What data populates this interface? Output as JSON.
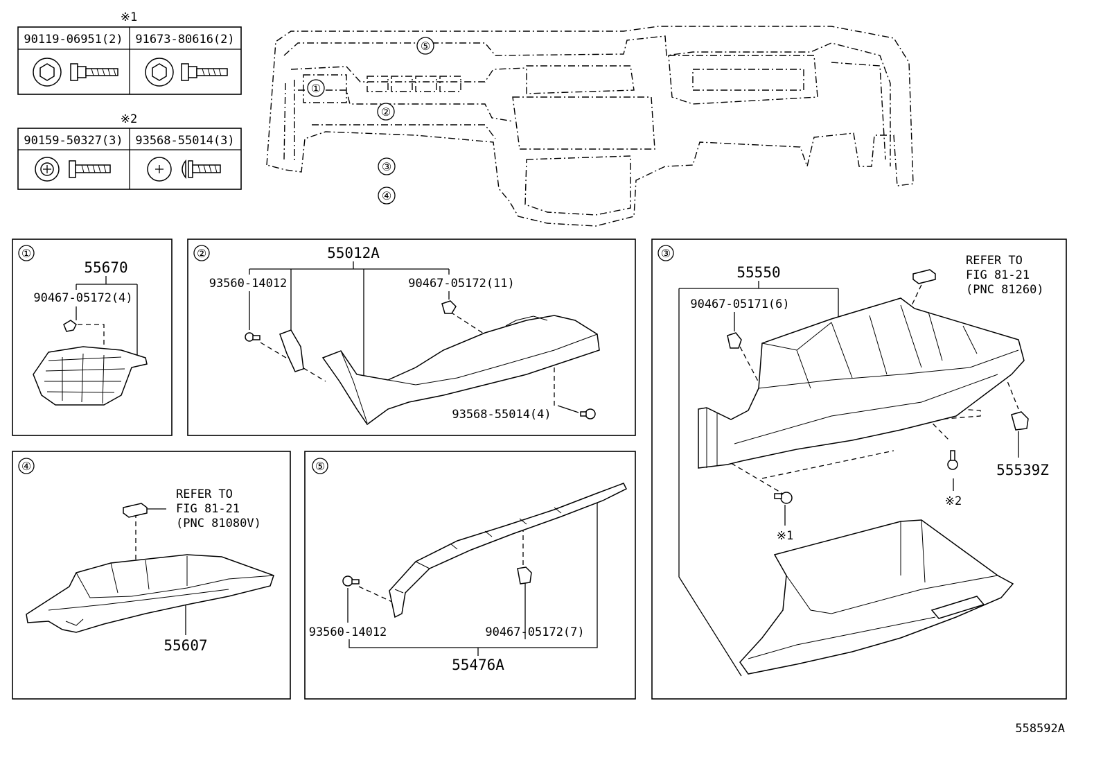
{
  "fastener_tables": [
    {
      "mark": "※1",
      "columns": [
        "90119-06951(2)",
        "91673-80616(2)"
      ]
    },
    {
      "mark": "※2",
      "columns": [
        "90159-50327(3)",
        "93568-55014(3)"
      ]
    }
  ],
  "overview": {
    "callouts": [
      "①",
      "②",
      "③",
      "④",
      "⑤"
    ]
  },
  "panels": [
    {
      "id": "1",
      "circle": "①",
      "labels": [
        "55670",
        "90467-05172(4)"
      ]
    },
    {
      "id": "2",
      "circle": "②",
      "labels": [
        "55012A",
        "93560-14012",
        "90467-05172(11)",
        "93568-55014(4)"
      ]
    },
    {
      "id": "3",
      "circle": "③",
      "labels": [
        "55550",
        "90467-05171(6)",
        "REFER TO",
        "FIG 81-21",
        "(PNC 81260)",
        "55539Z",
        "※2",
        "※1"
      ]
    },
    {
      "id": "4",
      "circle": "④",
      "labels": [
        "REFER TO",
        "FIG 81-21",
        "(PNC 81080V)",
        "55607"
      ]
    },
    {
      "id": "5",
      "circle": "⑤",
      "labels": [
        "93560-14012",
        "90467-05172(7)",
        "55476A"
      ]
    }
  ],
  "illustration_code": "558592A"
}
